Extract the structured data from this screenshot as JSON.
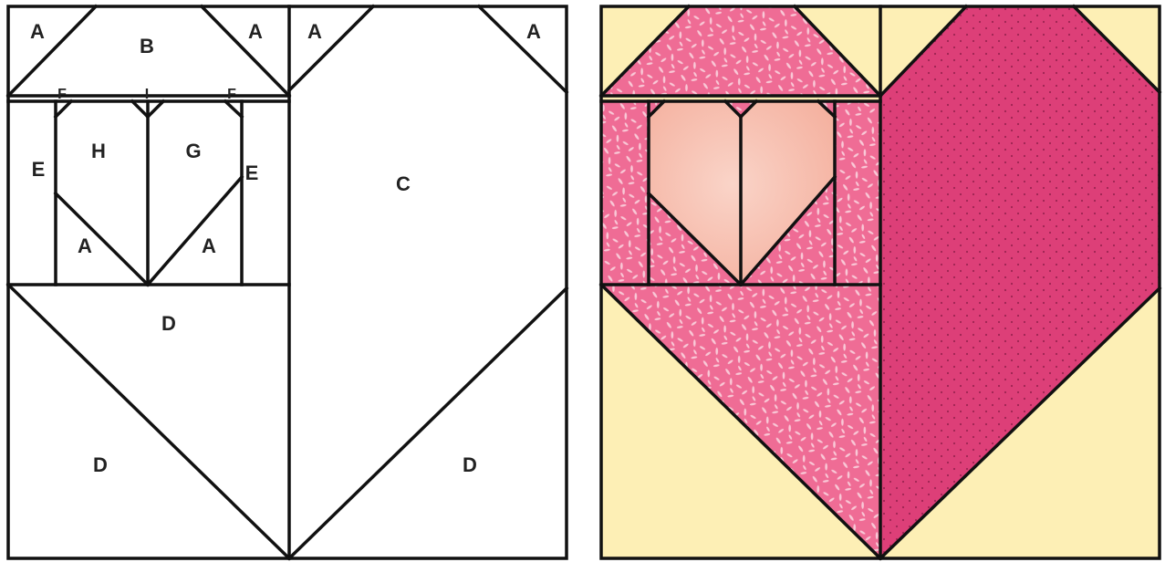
{
  "colors": {
    "background": "#FDEFB5",
    "pink_print": "#EF6C95",
    "pink_print_speck": "#F9C9D7",
    "dark_pink": "#DD3F78",
    "dark_pink_dot": "#9E2452",
    "peach": "#F6B7A7",
    "peach_light": "#FAD4C8",
    "outline": "#111111"
  },
  "labels": {
    "a_tl_left": "A",
    "b_top": "B",
    "a_tr_left": "A",
    "a_tl_right": "A",
    "a_tr_right": "A",
    "f_left": "F",
    "i_mid": "I",
    "f_right": "F",
    "h": "H",
    "g": "G",
    "e_left": "E",
    "e_right": "E",
    "a_inner_left": "A",
    "a_inner_right": "A",
    "c": "C",
    "d_top": "D",
    "d_left": "D",
    "d_right": "D"
  }
}
